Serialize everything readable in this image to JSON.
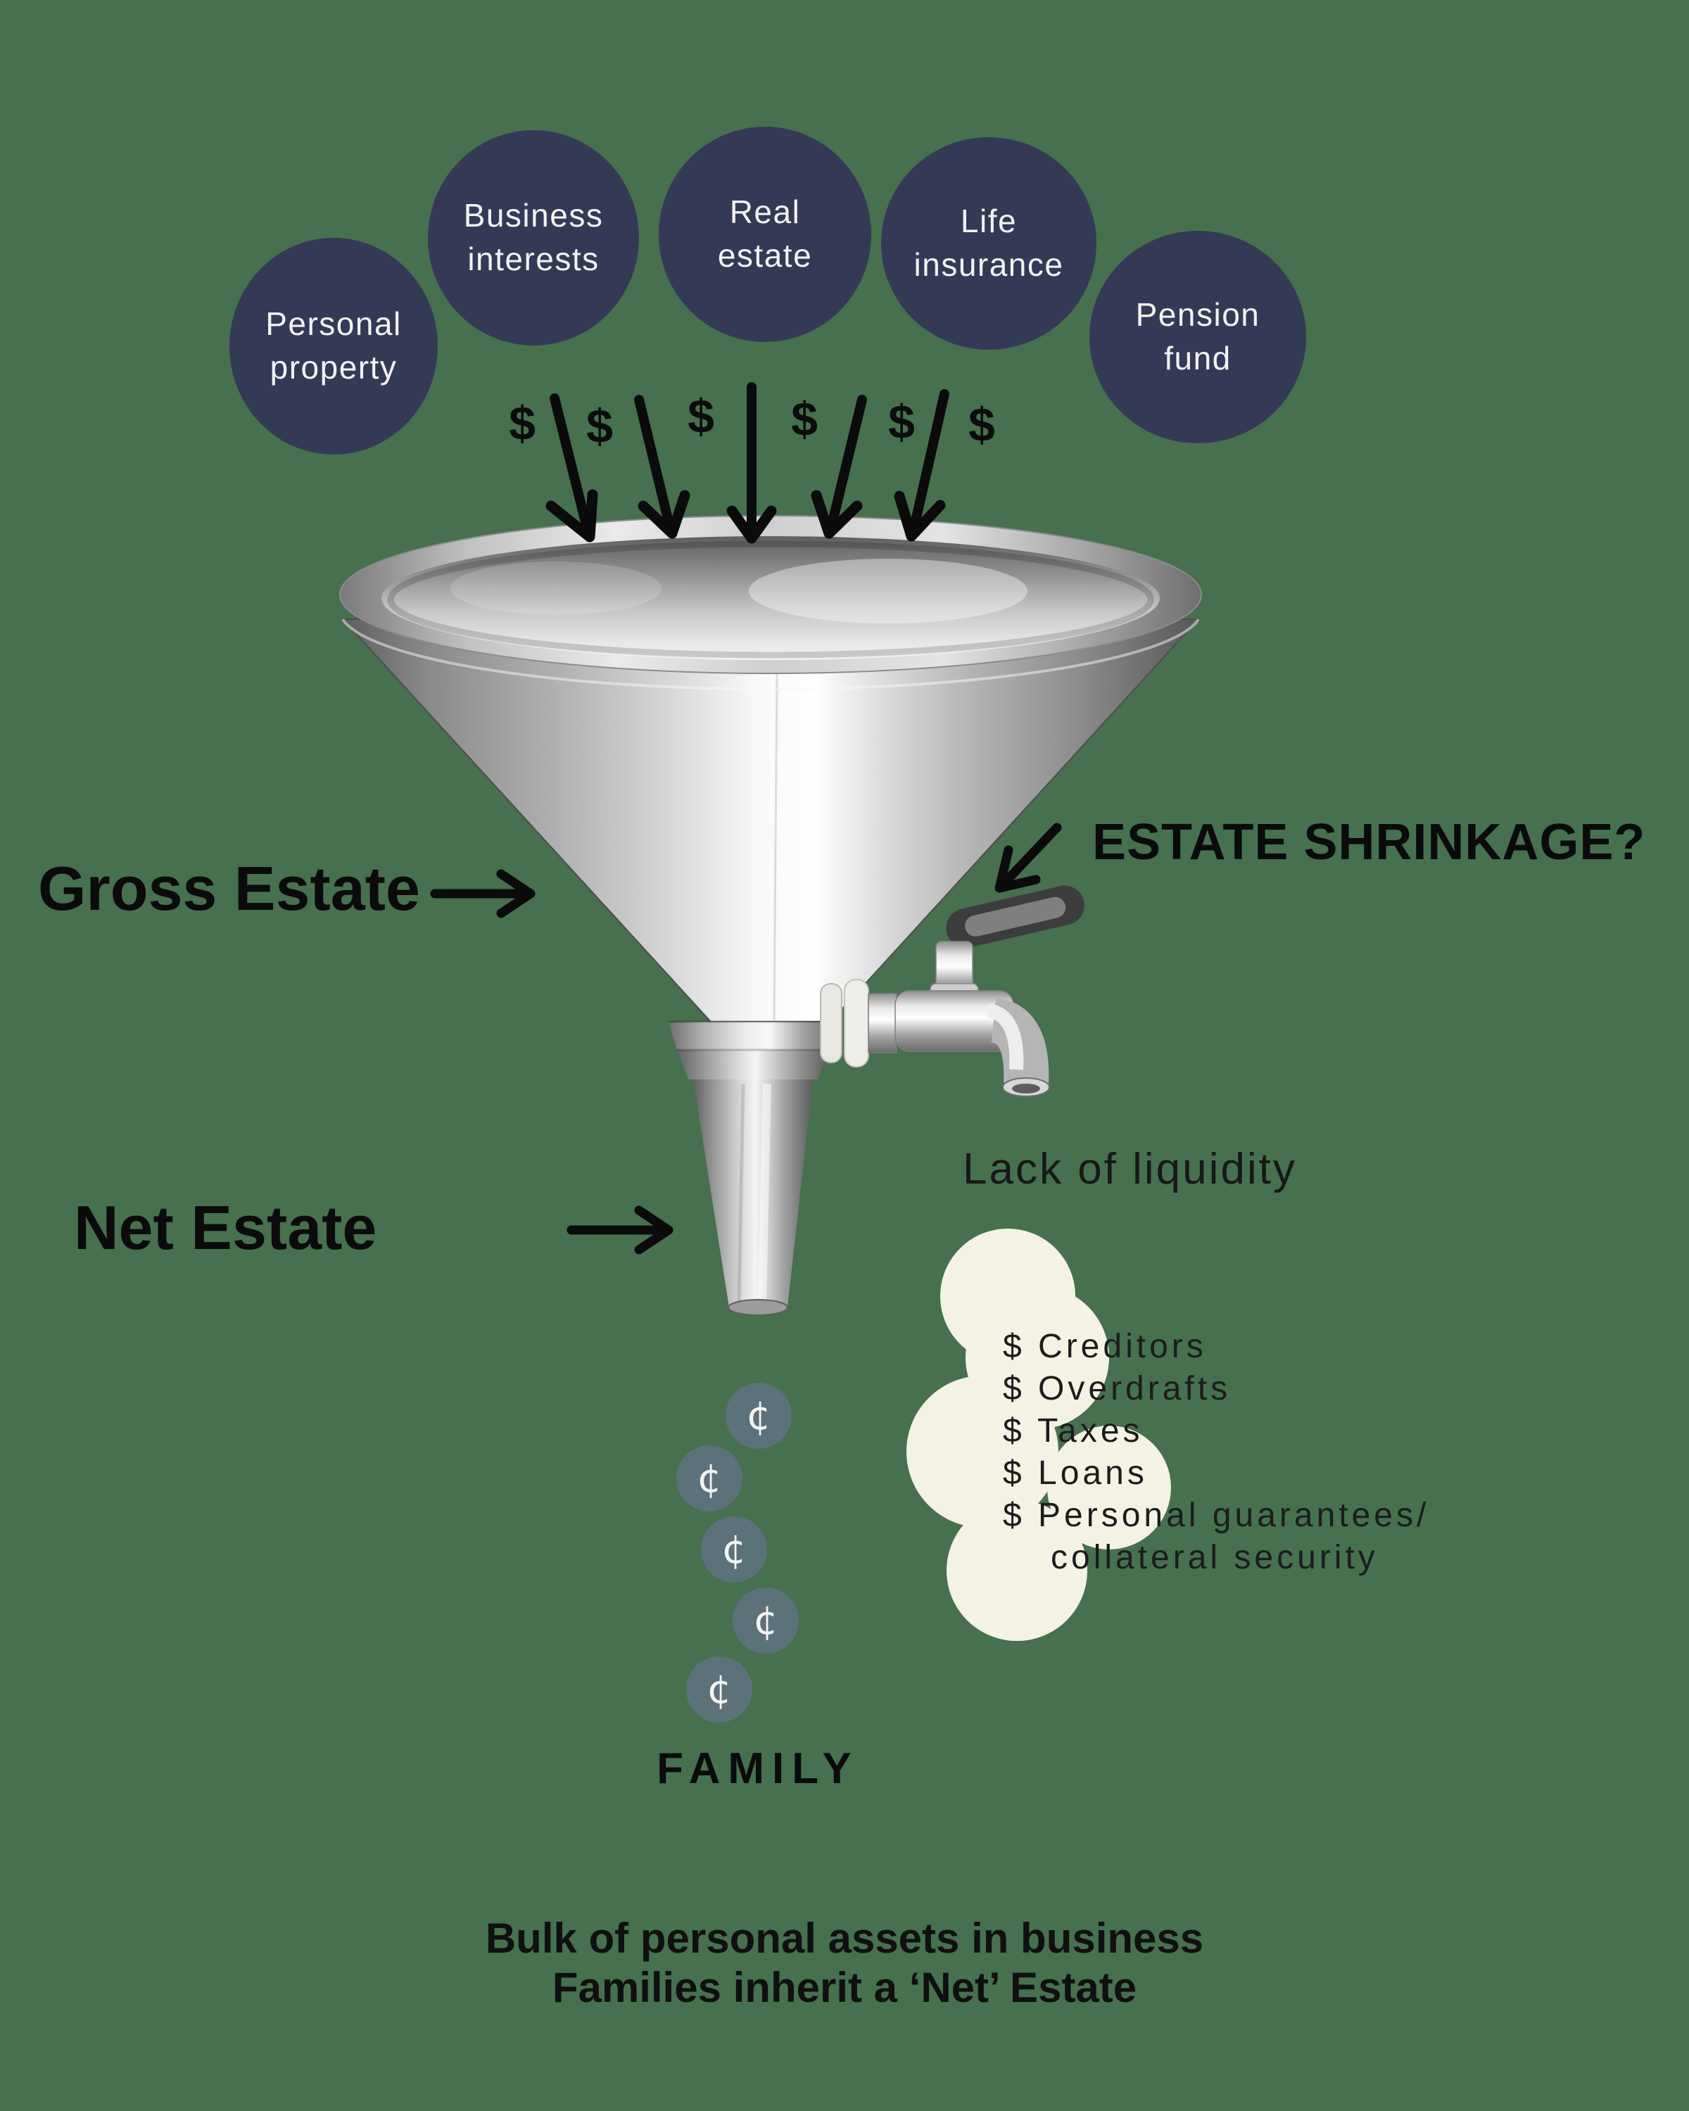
{
  "page": {
    "background_color": "#47704e",
    "ink_color": "#0b0b0b"
  },
  "colors": {
    "bubble_navy": "#343a56",
    "bubble_text": "#f2f2f2",
    "cream_blob": "#f4f2e3",
    "coin_slate": "#5d717b",
    "background_green": "#47704e"
  },
  "asset_bubbles": [
    {
      "label": "Personal\nproperty"
    },
    {
      "label": "Business\ninterests"
    },
    {
      "label": "Real\nestate"
    },
    {
      "label": "Life\ninsurance"
    },
    {
      "label": "Pension\nfund"
    }
  ],
  "inflow": {
    "dollar_signs": [
      "$",
      "$",
      "$",
      "$",
      "$",
      "$"
    ]
  },
  "labels": {
    "gross_estate": "Gross Estate",
    "estate_shrinkage": "ESTATE SHRINKAGE?",
    "net_estate": "Net Estate",
    "lack_of_liquidity": "Lack of liquidity",
    "family": "FAMILY"
  },
  "liquidity_list": {
    "items": [
      "$ Creditors",
      "$ Overdrafts",
      "$ Taxes",
      "$ Loans",
      "$ Personal guarantees/",
      "collateral security"
    ]
  },
  "falling_coins": [
    "¢",
    "¢",
    "¢",
    "¢",
    "¢"
  ],
  "footer": {
    "line1": "Bulk of personal assets in business",
    "line2": "Families inherit a ‘Net’ Estate"
  }
}
